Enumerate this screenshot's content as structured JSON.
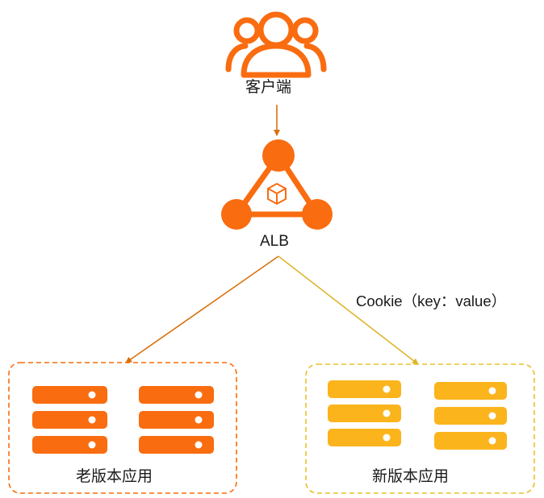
{
  "client": {
    "label": "客户端",
    "icon": "users-icon"
  },
  "alb": {
    "label": "ALB",
    "icon": "load-balancer-icon"
  },
  "routing": {
    "label": "Cookie（key：value）"
  },
  "old_app": {
    "label": "老版本应用",
    "icon": "server-stack-icon"
  },
  "new_app": {
    "label": "新版本应用",
    "icon": "server-stack-icon"
  },
  "colors": {
    "orange": "#F96C10",
    "yellow": "#FBB41C",
    "yellow_dash": "#E9C026",
    "arrow_orange": "#D9700C",
    "arrow_yellow": "#DDB62A"
  }
}
